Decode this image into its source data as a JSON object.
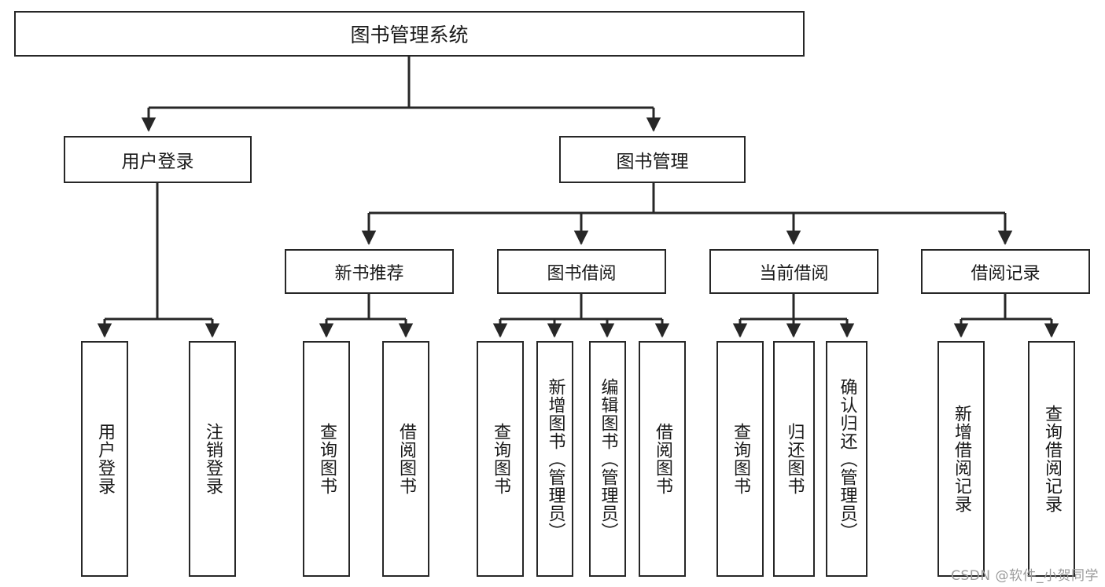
{
  "diagram": {
    "title": "图书管理系统",
    "root": {
      "label": "图书管理系统"
    },
    "level2": [
      {
        "label": "用户登录"
      },
      {
        "label": "图书管理"
      }
    ],
    "level3": [
      {
        "label": "新书推荐"
      },
      {
        "label": "图书借阅"
      },
      {
        "label": "当前借阅"
      },
      {
        "label": "借阅记录"
      }
    ],
    "leaves": {
      "user_login": [
        {
          "label": "用户登录"
        },
        {
          "label": "注销登录"
        }
      ],
      "new_book_recommend": [
        {
          "label": "查询图书"
        },
        {
          "label": "借阅图书"
        }
      ],
      "book_borrow": [
        {
          "label": "查询图书"
        },
        {
          "label": "新增图书（管理员）"
        },
        {
          "label": "编辑图书（管理员）"
        },
        {
          "label": "借阅图书"
        }
      ],
      "current_borrow": [
        {
          "label": "查询图书"
        },
        {
          "label": "归还图书"
        },
        {
          "label": "确认归还（管理员）"
        }
      ],
      "borrow_record": [
        {
          "label": "新增借阅记录"
        },
        {
          "label": "查询借阅记录"
        }
      ]
    }
  },
  "watermark": {
    "text": "CSDN @软件_小贺同学"
  },
  "colors": {
    "stroke": "#272727",
    "text": "#1a1a1a",
    "background": "#ffffff",
    "watermark": "#9a9a9a"
  }
}
